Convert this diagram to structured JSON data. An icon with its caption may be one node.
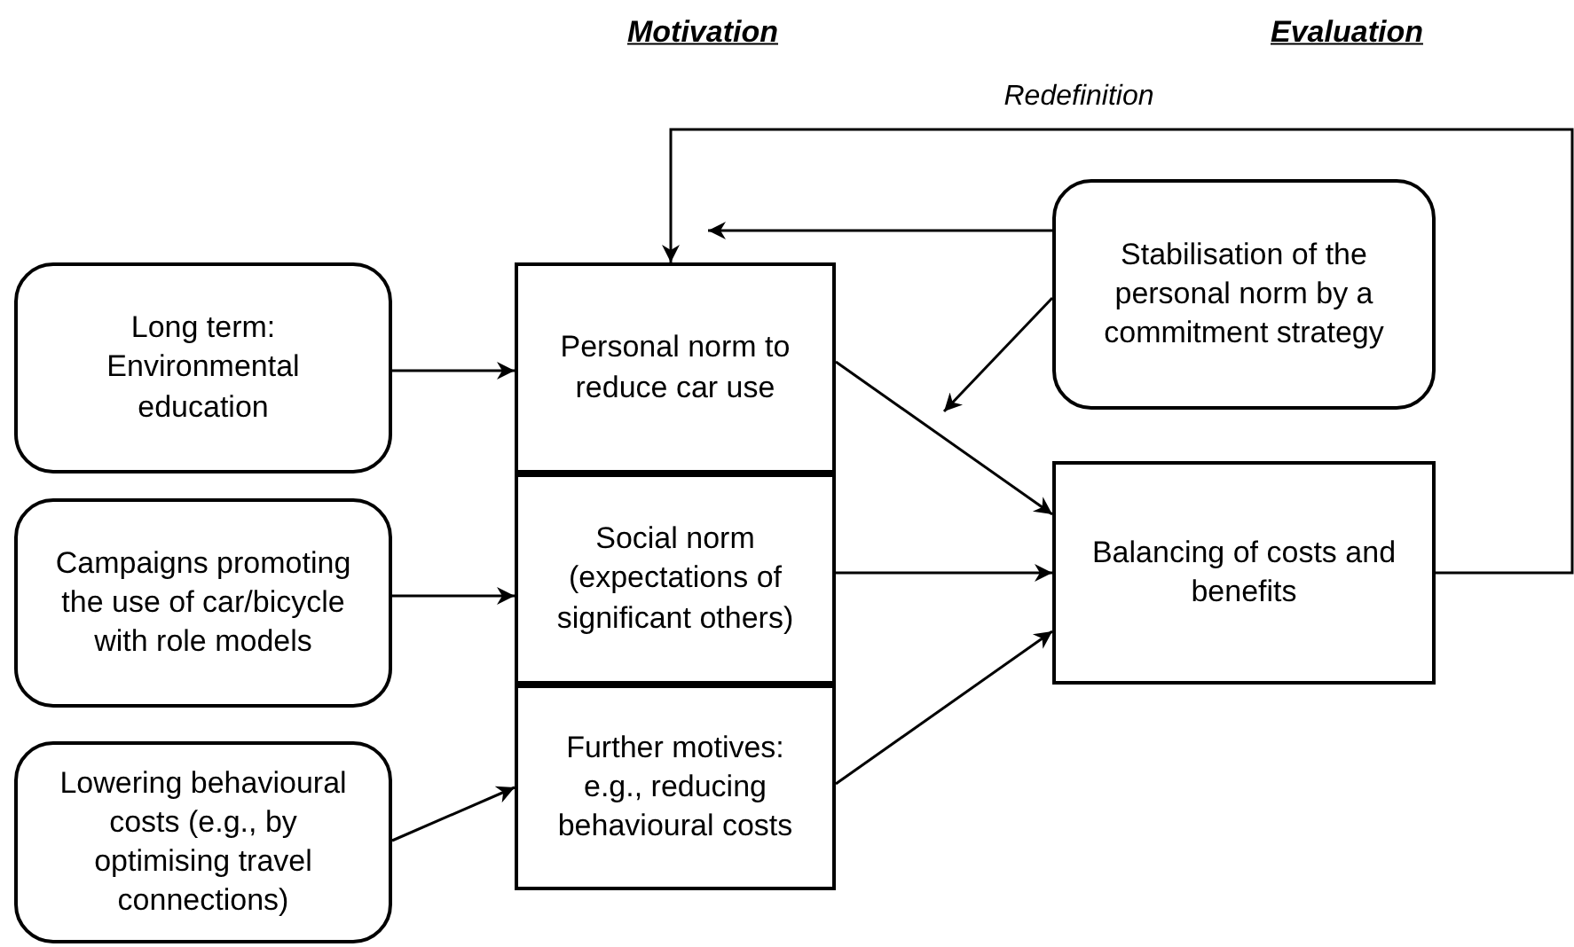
{
  "diagram": {
    "nodes": [
      {
        "text": [
          "Stabilisation of the personal norm by a commitment strategy"
        ]
      },
      {
        "text": [
          "Long term: Environmental education"
        ]
      },
      {
        "text": [
          "Personal norm to reduce car use"
        ]
      },
      {
        "text": [
          "Campaigns promoting the use of car/bicycle with role models"
        ]
      },
      {
        "text": [
          "Social norm (expectations of significant others)"
        ]
      },
      {
        "text": [
          "Balancing of costs and benefits"
        ]
      },
      {
        "text": [
          "Lowering behavioural costs (e.g., by optimising travel connections)"
        ]
      },
      {
        "text": [
          "Further motives: e.g., reducing behavioural costs"
        ]
      }
    ],
    "edges": [
      {
        "from": 1,
        "to": 2,
        "arrow": "to"
      },
      {
        "from": 3,
        "to": 4,
        "arrow": "to"
      },
      {
        "from": 6,
        "to": 7,
        "arrow": "to"
      },
      {
        "from": 0,
        "to": 2,
        "arrow": "to"
      },
      {
        "from": 0,
        "to": null,
        "arrow": "to"
      },
      {
        "from": 2,
        "to": 5,
        "arrow": "to"
      },
      {
        "from": 4,
        "to": 5,
        "arrow": "to"
      },
      {
        "from": 7,
        "to": 5,
        "arrow": "to"
      },
      {
        "from": 5,
        "to": 2,
        "arrow": "to",
        "label": "Redefinition"
      }
    ],
    "labels": [
      "Motivation",
      "Evaluation"
    ]
  }
}
